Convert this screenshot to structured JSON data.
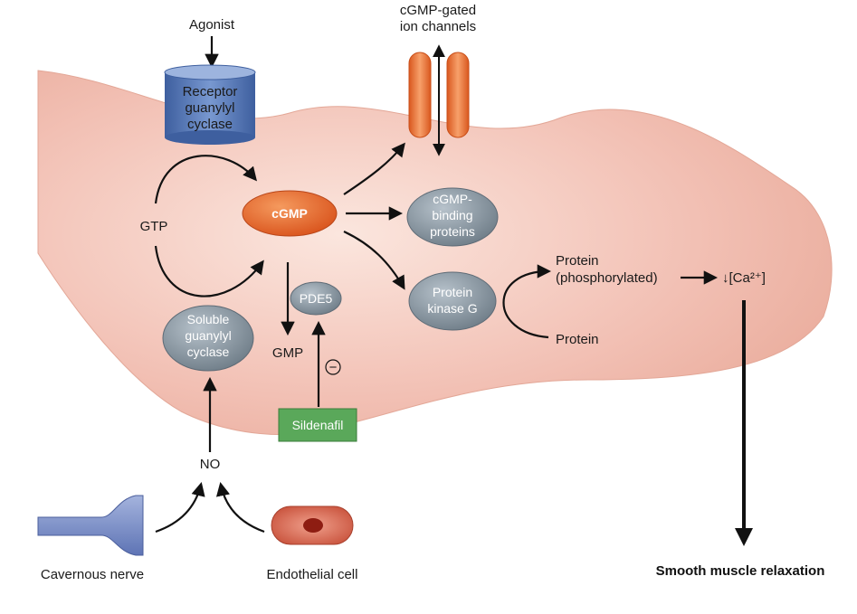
{
  "labels": {
    "agonist": "Agonist",
    "receptor_line1": "Receptor",
    "receptor_line2": "guanylyl",
    "receptor_line3": "cyclase",
    "channels_line1": "cGMP-gated",
    "channels_line2": "ion channels",
    "gtp": "GTP",
    "cgmp": "cGMP",
    "binding_line1": "cGMP-",
    "binding_line2": "binding",
    "binding_line3": "proteins",
    "pkg_line1": "Protein",
    "pkg_line2": "kinase G",
    "pde5": "PDE5",
    "gmp": "GMP",
    "inhibit": "−",
    "soluble_line1": "Soluble",
    "soluble_line2": "guanylyl",
    "soluble_line3": "cyclase",
    "sildenafil": "Sildenafil",
    "no": "NO",
    "protein_p_line1": "Protein",
    "protein_p_line2": "(phosphorylated)",
    "protein": "Protein",
    "calcium": "↓[Ca²⁺]",
    "cavernous_nerve": "Cavernous nerve",
    "endothelial_cell": "Endothelial cell",
    "relaxation": "Smooth muscle relaxation"
  },
  "colors": {
    "cell_fill": "#f2c0b4",
    "cgmp_fill": "#e8632a",
    "protein_fill": "#8d9aa5",
    "receptor_fill": "#5b7fbf",
    "channel_fill": "#ef7a35",
    "sildenafil_fill": "#5aa85a",
    "nerve_fill": "#7f92c8",
    "endothelial_fill": "#d76a55"
  }
}
